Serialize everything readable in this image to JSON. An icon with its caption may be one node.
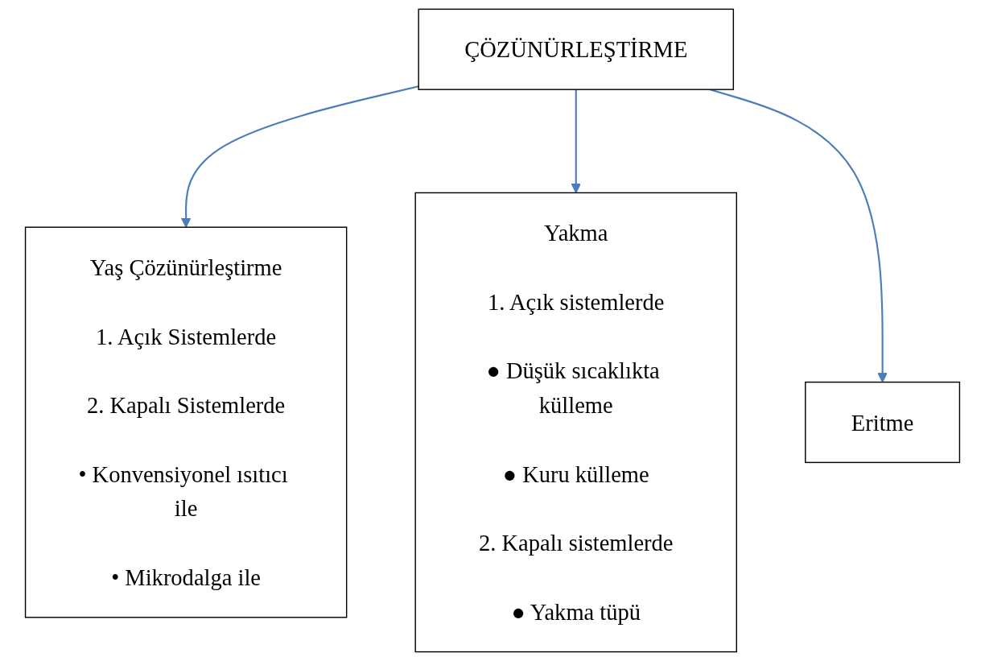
{
  "diagram": {
    "nodes": [
      {
        "text": [
          "ÇÖZÜNÜRLEŞTİRME"
        ]
      },
      {
        "text": [
          "Yaş Çözünürleştirme",
          "1. Açık Sistemlerde",
          "2. Kapalı Sistemlerde",
          "• Konvensiyonel ısıtıcı ile",
          "• Mikrodalga ile"
        ]
      },
      {
        "text": [
          "Yakma",
          "1. Açık sistemlerde",
          "● Düşük sıcaklıkta külleme",
          "● Kuru külleme",
          "2. Kapalı sistemlerde",
          "● Yakma tüpü"
        ]
      },
      {
        "text": [
          "Eritme"
        ]
      }
    ],
    "edges": [
      {
        "from": 0,
        "to": 1,
        "arrow": "to"
      },
      {
        "from": 0,
        "to": 2,
        "arrow": "to"
      },
      {
        "from": 0,
        "to": 3,
        "arrow": "to"
      }
    ]
  }
}
